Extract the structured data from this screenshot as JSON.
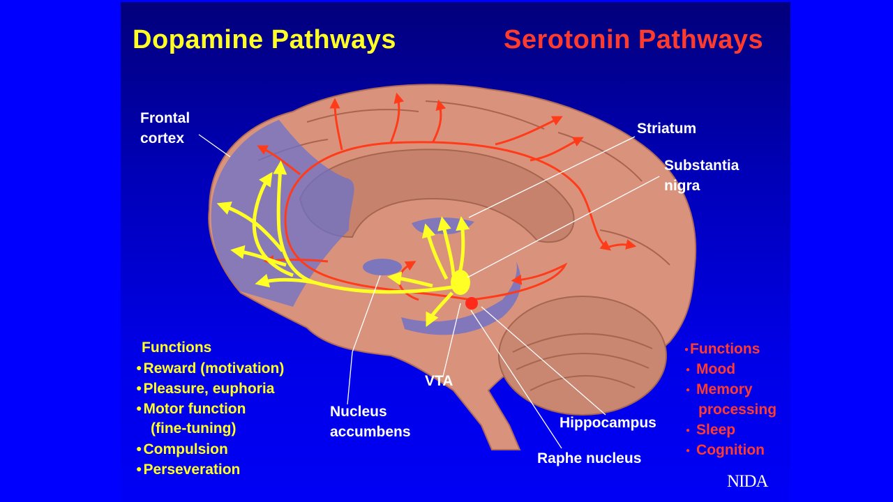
{
  "titles": {
    "dopamine": "Dopamine Pathways",
    "serotonin": "Serotonin Pathways"
  },
  "labels": {
    "frontal_cortex_1": "Frontal",
    "frontal_cortex_2": "cortex",
    "striatum": "Striatum",
    "substantia_nigra_1": "Substantia",
    "substantia_nigra_2": "nigra",
    "vta": "VTA",
    "nucleus_accumbens_1": "Nucleus",
    "nucleus_accumbens_2": "accumbens",
    "hippocampus": "Hippocampus",
    "raphe_nucleus": "Raphe nucleus"
  },
  "dopamine_functions": {
    "heading": "Functions",
    "items": [
      "Reward (motivation)",
      "Pleasure, euphoria",
      "Motor function",
      "Compulsion",
      "Perseveration"
    ],
    "motor_sub": "(fine-tuning)"
  },
  "serotonin_functions": {
    "heading": "Functions",
    "items": [
      "Mood",
      "Memory",
      "Sleep",
      "Cognition"
    ],
    "memory_sub": "processing"
  },
  "credit": "NIDA",
  "colors": {
    "dopamine": "#ffff26",
    "serotonin": "#ff3b2e",
    "background": "#0000ff",
    "brain": "#d9937c"
  }
}
